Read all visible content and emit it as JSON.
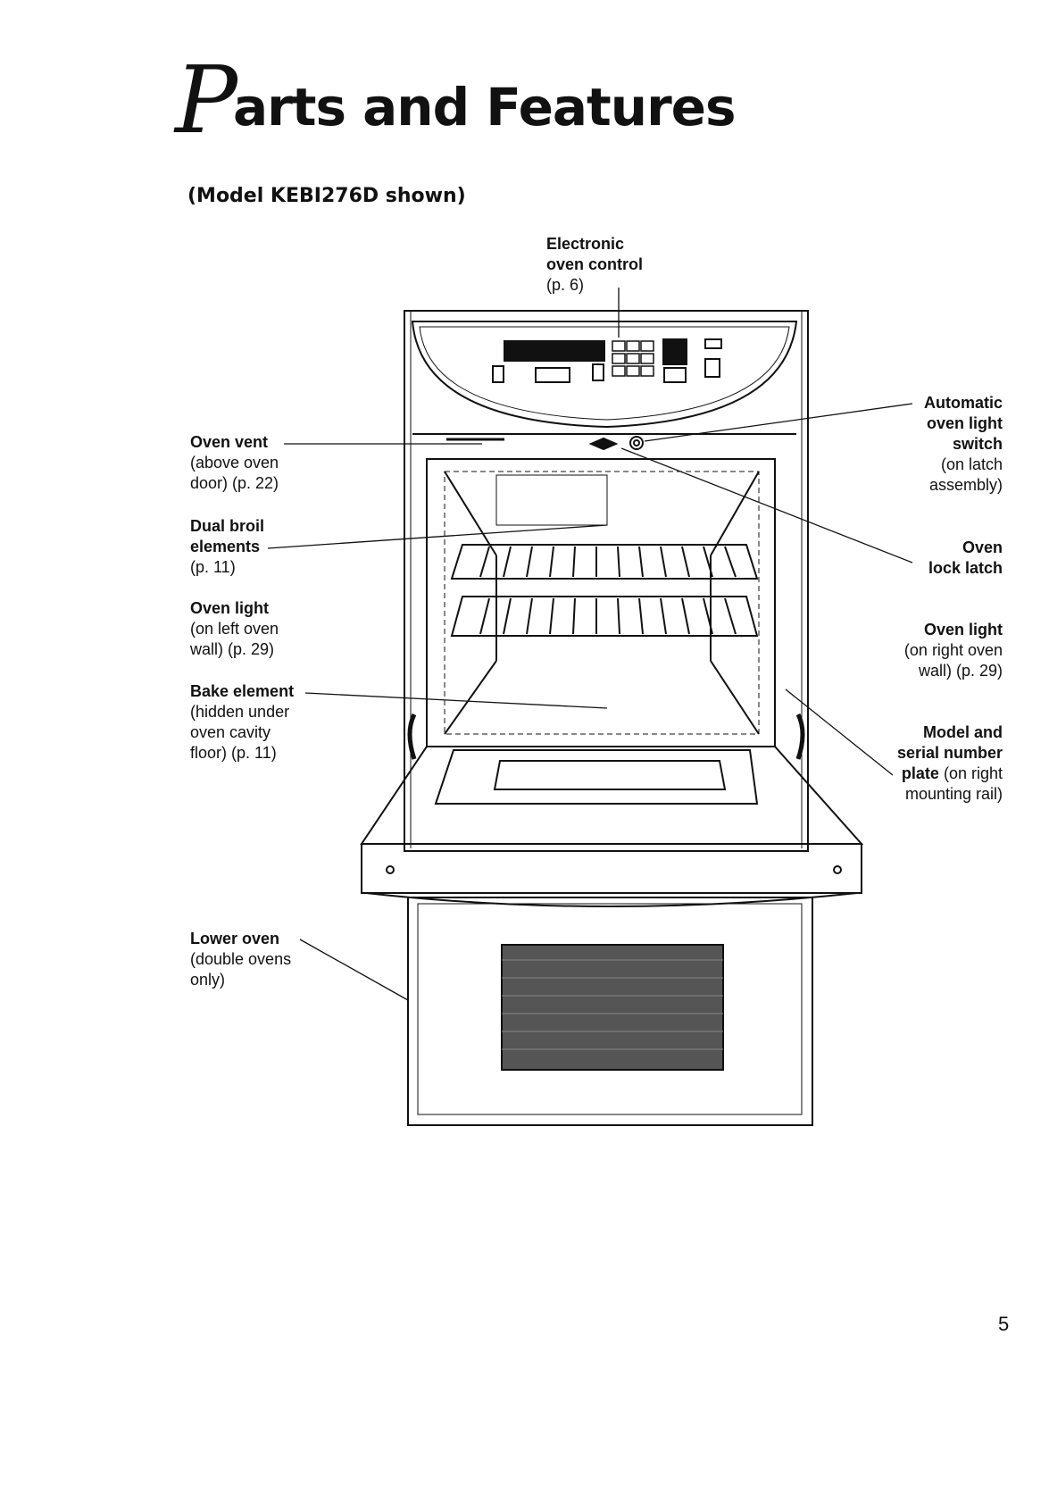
{
  "title_cap": "P",
  "title_rest": "arts and Features",
  "subtitle": "(Model KEBI276D shown)",
  "page_number": "5",
  "callouts": {
    "control": {
      "label": "Electronic",
      "label2": "oven control",
      "ref": "(p. 6)"
    },
    "vent": {
      "label": "Oven vent",
      "l1": "(above oven",
      "l2": "door) (p. 22)"
    },
    "broil": {
      "label": "Dual broil",
      "label2": "elements",
      "ref": "(p. 11)"
    },
    "light_left": {
      "label": "Oven light",
      "l1": "(on left oven",
      "l2": "wall) (p. 29)"
    },
    "bake": {
      "label": "Bake element",
      "l1": "(hidden under",
      "l2": "oven cavity",
      "l3": "floor) (p. 11)"
    },
    "lower": {
      "label": "Lower oven",
      "l1": "(double ovens",
      "l2": "only)"
    },
    "auto_light": {
      "label": "Automatic",
      "label2": "oven light",
      "label3": "switch",
      "l1": "(on latch",
      "l2": "assembly)"
    },
    "latch": {
      "label": "Oven",
      "label2": "lock latch"
    },
    "light_right": {
      "label": "Oven light",
      "l1": "(on right oven",
      "l2": "wall) (p. 29)"
    },
    "plate": {
      "label": "Model and",
      "label2": "serial number",
      "label3": "plate",
      "l1": "(on right",
      "l2": "mounting rail)"
    }
  }
}
